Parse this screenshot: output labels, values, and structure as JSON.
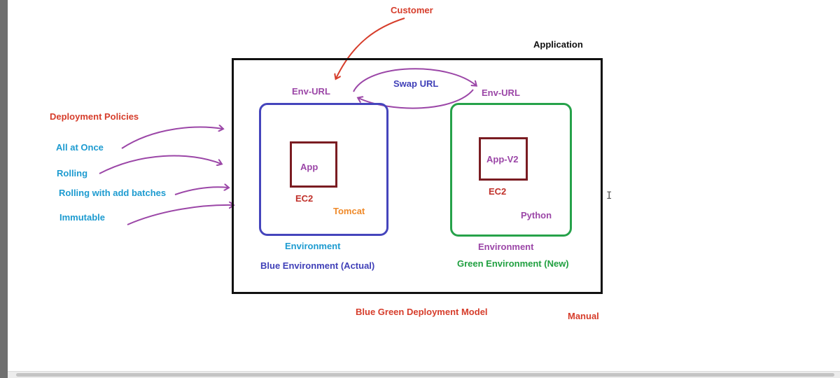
{
  "labels": {
    "customer": "Customer",
    "application": "Application",
    "env_url_blue": "Env-URL",
    "swap_url": "Swap URL",
    "env_url_green": "Env-URL",
    "deployment_policies": "Deployment Policies",
    "all_at_once": "All at Once",
    "rolling": "Rolling",
    "rolling_batches": "Rolling with add batches",
    "immutable": "Immutable",
    "app": "App",
    "ec2_blue": "EC2",
    "tomcat": "Tomcat",
    "app_v2": "App-V2",
    "ec2_green": "EC2",
    "python": "Python",
    "environment_blue": "Environment",
    "blue_env_name": "Blue Environment (Actual)",
    "environment_green": "Environment",
    "green_env_name": "Green Environment (New)",
    "model_title": "Blue Green Deployment Model",
    "manual": "Manual"
  },
  "cursor_glyph": "I",
  "colors": {
    "red": "#d63d2b",
    "purple": "#9b46a7",
    "navy": "#4040b8",
    "cyan": "#1d9bd0",
    "orange": "#ef8a2a",
    "green": "#20a040",
    "ec2_box": "#7a1c22",
    "blue_env_border": "#4545bc",
    "green_env_border": "#26a24a"
  }
}
